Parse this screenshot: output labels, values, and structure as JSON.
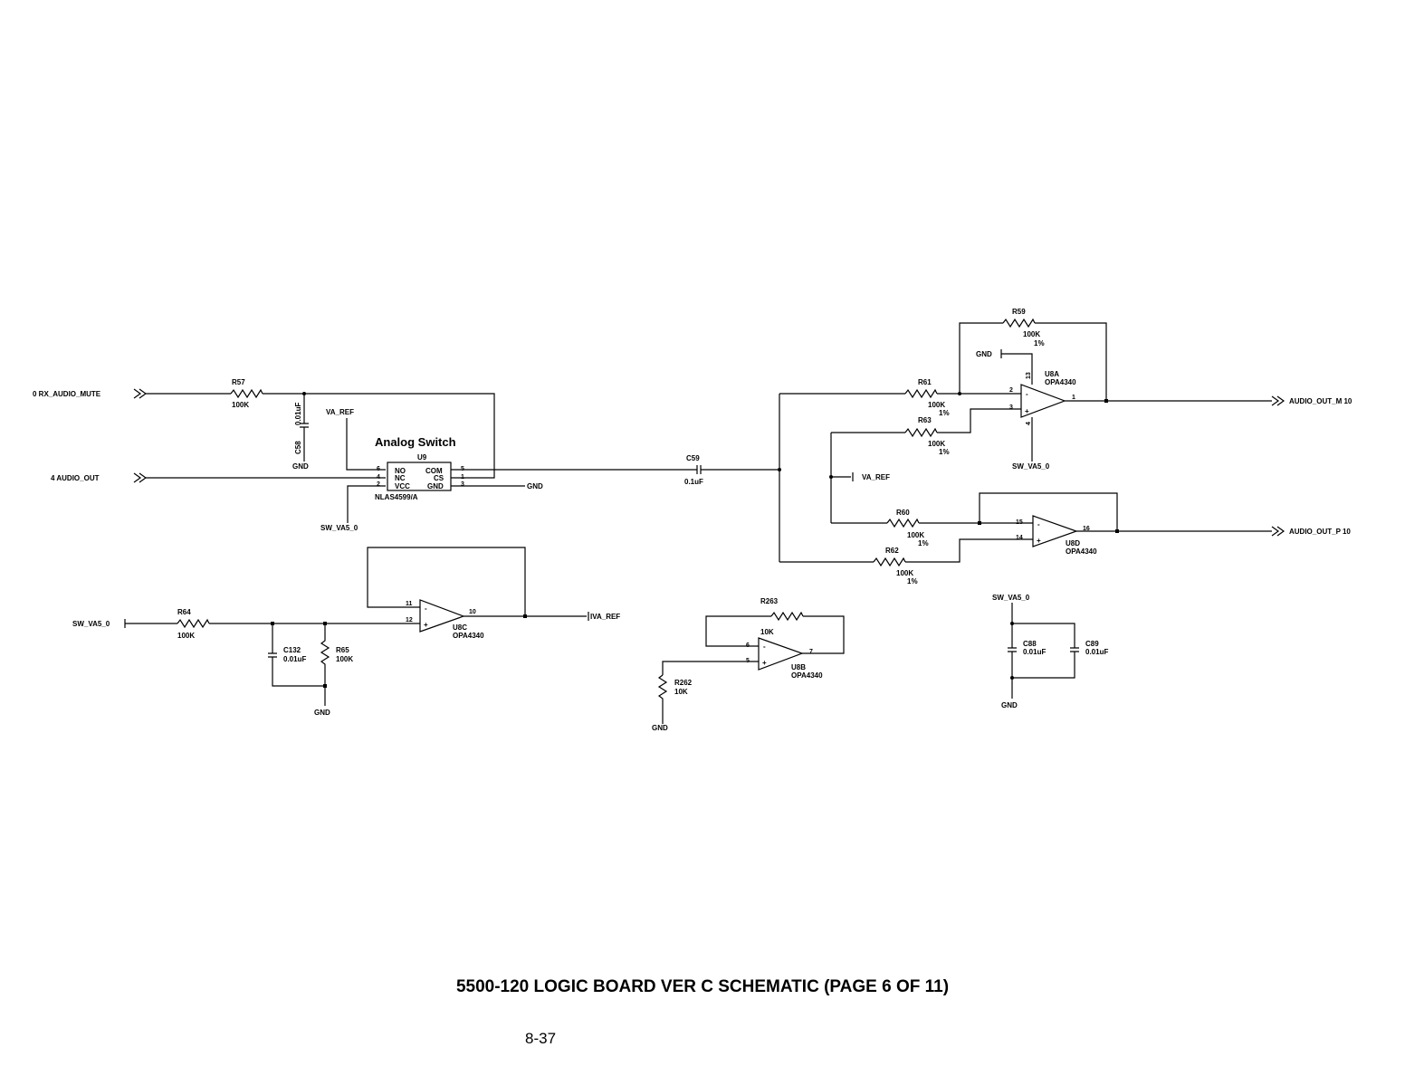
{
  "ports": {
    "rx_audio_mute": "0  RX_AUDIO_MUTE",
    "audio_out_in": "4  AUDIO_OUT",
    "sw_va5_in": "SW_VA5_0",
    "audio_out_m": "AUDIO_OUT_M  10",
    "audio_out_p": "AUDIO_OUT_P  10"
  },
  "nets": {
    "gnd": "GND",
    "va_ref": "VA_REF",
    "ia_ref": "IVA_REF",
    "sw_va5": "SW_VA5_0"
  },
  "switch": {
    "heading": "Analog Switch",
    "ref": "U9",
    "part": "NLAS4599/A",
    "pin_names_left": [
      "NO",
      "NC",
      "VCC"
    ],
    "pin_names_right": [
      "COM",
      "CS",
      "GND"
    ],
    "pins_left": [
      "6",
      "4",
      "2"
    ],
    "pins_right": [
      "5",
      "1",
      "3"
    ]
  },
  "opamps": {
    "u8a": {
      "ref": "U8A",
      "part": "OPA4340",
      "pins": [
        "2",
        "3",
        "1",
        "13",
        "4"
      ]
    },
    "u8d": {
      "ref": "U8D",
      "part": "OPA4340",
      "pins": [
        "15",
        "14",
        "16"
      ]
    },
    "u8c": {
      "ref": "U8C",
      "part": "OPA4340",
      "pins": [
        "11",
        "12",
        "10"
      ]
    },
    "u8b": {
      "ref": "U8B",
      "part": "OPA4340",
      "pins": [
        "6",
        "5",
        "7"
      ]
    }
  },
  "resistors": {
    "r57": {
      "ref": "R57",
      "value": "100K"
    },
    "r59": {
      "ref": "R59",
      "value": "100K",
      "tol": "1%"
    },
    "r61": {
      "ref": "R61",
      "value": "100K",
      "tol": "1%"
    },
    "r63": {
      "ref": "R63",
      "value": "100K",
      "tol": "1%"
    },
    "r60": {
      "ref": "R60",
      "value": "100K",
      "tol": "1%"
    },
    "r62": {
      "ref": "R62",
      "value": "100K",
      "tol": "1%"
    },
    "r64": {
      "ref": "R64",
      "value": "100K"
    },
    "r65": {
      "ref": "R65",
      "value": "100K"
    },
    "r263": {
      "ref": "R263",
      "value": "10K"
    },
    "r262": {
      "ref": "R262",
      "value": "10K"
    }
  },
  "capacitors": {
    "c58": {
      "ref": "C58",
      "value": "0.01uF"
    },
    "c59": {
      "ref": "C59",
      "value": "0.1uF"
    },
    "c132": {
      "ref": "C132",
      "value": "0.01uF"
    },
    "c88": {
      "ref": "C88",
      "value": "0.01uF"
    },
    "c89": {
      "ref": "C89",
      "value": "0.01uF"
    }
  },
  "footer": {
    "title": "5500-120 LOGIC BOARD VER C SCHEMATIC (PAGE 6 OF 11)",
    "page_number": "8-37"
  }
}
